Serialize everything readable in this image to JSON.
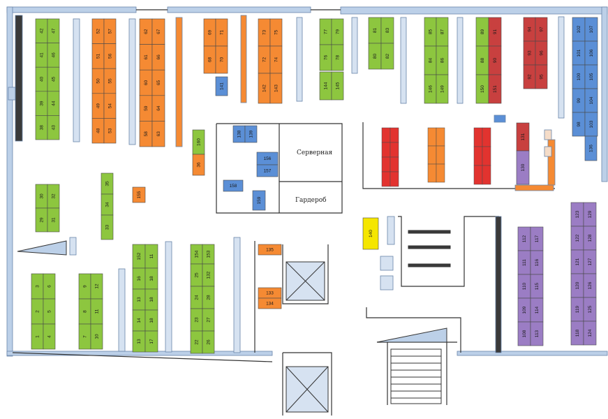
{
  "rooms": {
    "server": "Серверная",
    "wardrobe": "Гардероб"
  },
  "colors": {
    "green": "#8dc63f",
    "orange": "#f58a33",
    "red": "#e2332f",
    "darkred": "#c8403f",
    "blue": "#5b8fd6",
    "purple": "#9b7dc4",
    "yellow": "#f5e600",
    "wall": "#bcd0e8",
    "wall_edge": "#6a86aa",
    "dark": "#3a3a3a"
  },
  "plots": [
    {
      "n": "42",
      "c": "green"
    },
    {
      "n": "47",
      "c": "green"
    },
    {
      "n": "41",
      "c": "green"
    },
    {
      "n": "46",
      "c": "green"
    },
    {
      "n": "40",
      "c": "green"
    },
    {
      "n": "45",
      "c": "green"
    },
    {
      "n": "39",
      "c": "green"
    },
    {
      "n": "44",
      "c": "green"
    },
    {
      "n": "38",
      "c": "green"
    },
    {
      "n": "43",
      "c": "green"
    },
    {
      "n": "52",
      "c": "orange"
    },
    {
      "n": "57",
      "c": "orange"
    },
    {
      "n": "51",
      "c": "orange"
    },
    {
      "n": "56",
      "c": "orange"
    },
    {
      "n": "50",
      "c": "orange"
    },
    {
      "n": "55",
      "c": "orange"
    },
    {
      "n": "49",
      "c": "orange"
    },
    {
      "n": "54",
      "c": "orange"
    },
    {
      "n": "48",
      "c": "orange"
    },
    {
      "n": "53",
      "c": "orange"
    },
    {
      "n": "62",
      "c": "orange"
    },
    {
      "n": "67",
      "c": "orange"
    },
    {
      "n": "61",
      "c": "orange"
    },
    {
      "n": "66",
      "c": "orange"
    },
    {
      "n": "60",
      "c": "orange"
    },
    {
      "n": "65",
      "c": "orange"
    },
    {
      "n": "59",
      "c": "orange"
    },
    {
      "n": "64",
      "c": "orange"
    },
    {
      "n": "58",
      "c": "orange"
    },
    {
      "n": "63",
      "c": "orange"
    },
    {
      "n": "69",
      "c": "orange"
    },
    {
      "n": "71",
      "c": "orange"
    },
    {
      "n": "68",
      "c": "orange"
    },
    {
      "n": "70",
      "c": "orange"
    },
    {
      "n": "141",
      "c": "blue"
    },
    {
      "n": "73",
      "c": "orange"
    },
    {
      "n": "75",
      "c": "orange"
    },
    {
      "n": "72",
      "c": "orange"
    },
    {
      "n": "74",
      "c": "orange"
    },
    {
      "n": "142",
      "c": "orange"
    },
    {
      "n": "143",
      "c": "orange"
    },
    {
      "n": "77",
      "c": "green"
    },
    {
      "n": "79",
      "c": "green"
    },
    {
      "n": "76",
      "c": "green"
    },
    {
      "n": "78",
      "c": "green"
    },
    {
      "n": "144",
      "c": "green"
    },
    {
      "n": "145",
      "c": "green"
    },
    {
      "n": "81",
      "c": "green"
    },
    {
      "n": "83",
      "c": "green"
    },
    {
      "n": "80",
      "c": "green"
    },
    {
      "n": "82",
      "c": "green"
    },
    {
      "n": "85",
      "c": "green"
    },
    {
      "n": "87",
      "c": "green"
    },
    {
      "n": "84",
      "c": "green"
    },
    {
      "n": "86",
      "c": "green"
    },
    {
      "n": "146",
      "c": "green"
    },
    {
      "n": "149",
      "c": "green"
    },
    {
      "n": "89",
      "c": "green"
    },
    {
      "n": "91",
      "c": "darkred"
    },
    {
      "n": "88",
      "c": "green"
    },
    {
      "n": "90",
      "c": "darkred"
    },
    {
      "n": "150",
      "c": "green"
    },
    {
      "n": "151",
      "c": "darkred"
    },
    {
      "n": "94",
      "c": "darkred"
    },
    {
      "n": "97",
      "c": "darkred"
    },
    {
      "n": "93",
      "c": "darkred"
    },
    {
      "n": "96",
      "c": "darkred"
    },
    {
      "n": "92",
      "c": "darkred"
    },
    {
      "n": "95",
      "c": "darkred"
    },
    {
      "n": "102",
      "c": "blue"
    },
    {
      "n": "107",
      "c": "blue"
    },
    {
      "n": "101",
      "c": "blue"
    },
    {
      "n": "106",
      "c": "blue"
    },
    {
      "n": "100",
      "c": "blue"
    },
    {
      "n": "105",
      "c": "blue"
    },
    {
      "n": "99",
      "c": "blue"
    },
    {
      "n": "104",
      "c": "blue"
    },
    {
      "n": "98",
      "c": "blue"
    },
    {
      "n": "103",
      "c": "blue"
    },
    {
      "n": "136",
      "c": "blue"
    },
    {
      "n": "160",
      "c": "green"
    },
    {
      "n": "36",
      "c": "orange"
    },
    {
      "n": "138",
      "c": "blue"
    },
    {
      "n": "139",
      "c": "blue"
    },
    {
      "n": "156",
      "c": "blue"
    },
    {
      "n": "157",
      "c": "blue"
    },
    {
      "n": "158",
      "c": "blue"
    },
    {
      "n": "159",
      "c": "blue"
    },
    {
      "n": "131",
      "c": "darkred"
    },
    {
      "n": "130",
      "c": "purple"
    },
    {
      "n": "30",
      "c": "green"
    },
    {
      "n": "32",
      "c": "green"
    },
    {
      "n": "29",
      "c": "green"
    },
    {
      "n": "31",
      "c": "green"
    },
    {
      "n": "35",
      "c": "green"
    },
    {
      "n": "34",
      "c": "green"
    },
    {
      "n": "33",
      "c": "green"
    },
    {
      "n": "155",
      "c": "orange"
    },
    {
      "n": "140",
      "c": "yellow"
    },
    {
      "n": "135",
      "c": "orange"
    },
    {
      "n": "133",
      "c": "orange"
    },
    {
      "n": "134",
      "c": "orange"
    },
    {
      "n": "3",
      "c": "green"
    },
    {
      "n": "6",
      "c": "green"
    },
    {
      "n": "2",
      "c": "green"
    },
    {
      "n": "5",
      "c": "green"
    },
    {
      "n": "1",
      "c": "green"
    },
    {
      "n": "4",
      "c": "green"
    },
    {
      "n": "9",
      "c": "green"
    },
    {
      "n": "12",
      "c": "green"
    },
    {
      "n": "8",
      "c": "green"
    },
    {
      "n": "11",
      "c": "green"
    },
    {
      "n": "7",
      "c": "green"
    },
    {
      "n": "10",
      "c": "green"
    },
    {
      "n": "152",
      "c": "green"
    },
    {
      "n": "11",
      "c": "green"
    },
    {
      "n": "16",
      "c": "green"
    },
    {
      "n": "18",
      "c": "green"
    },
    {
      "n": "13",
      "c": "green"
    },
    {
      "n": "18",
      "c": "green"
    },
    {
      "n": "14",
      "c": "green"
    },
    {
      "n": "18",
      "c": "green"
    },
    {
      "n": "13",
      "c": "green"
    },
    {
      "n": "17",
      "c": "green"
    },
    {
      "n": "154",
      "c": "green"
    },
    {
      "n": "153",
      "c": "green"
    },
    {
      "n": "25",
      "c": "green"
    },
    {
      "n": "132",
      "c": "green"
    },
    {
      "n": "24",
      "c": "green"
    },
    {
      "n": "28",
      "c": "green"
    },
    {
      "n": "23",
      "c": "green"
    },
    {
      "n": "27",
      "c": "green"
    },
    {
      "n": "22",
      "c": "green"
    },
    {
      "n": "26",
      "c": "green"
    },
    {
      "n": "112",
      "c": "purple"
    },
    {
      "n": "117",
      "c": "purple"
    },
    {
      "n": "111",
      "c": "purple"
    },
    {
      "n": "116",
      "c": "purple"
    },
    {
      "n": "110",
      "c": "purple"
    },
    {
      "n": "115",
      "c": "purple"
    },
    {
      "n": "109",
      "c": "purple"
    },
    {
      "n": "114",
      "c": "purple"
    },
    {
      "n": "108",
      "c": "purple"
    },
    {
      "n": "113",
      "c": "purple"
    },
    {
      "n": "123",
      "c": "purple"
    },
    {
      "n": "129",
      "c": "purple"
    },
    {
      "n": "122",
      "c": "purple"
    },
    {
      "n": "128",
      "c": "purple"
    },
    {
      "n": "121",
      "c": "purple"
    },
    {
      "n": "127",
      "c": "purple"
    },
    {
      "n": "120",
      "c": "purple"
    },
    {
      "n": "126",
      "c": "purple"
    },
    {
      "n": "119",
      "c": "purple"
    },
    {
      "n": "125",
      "c": "purple"
    },
    {
      "n": "118",
      "c": "purple"
    },
    {
      "n": "124",
      "c": "purple"
    }
  ],
  "small_plots": [
    {
      "c": "red"
    },
    {
      "c": "red"
    },
    {
      "c": "red"
    },
    {
      "c": "red"
    },
    {
      "c": "red"
    },
    {
      "c": "red"
    },
    {
      "c": "red"
    },
    {
      "c": "red"
    },
    {
      "c": "orange"
    },
    {
      "c": "orange"
    },
    {
      "c": "orange"
    },
    {
      "c": "orange"
    },
    {
      "c": "orange"
    },
    {
      "c": "orange"
    },
    {
      "c": "red"
    },
    {
      "c": "red"
    },
    {
      "c": "red"
    },
    {
      "c": "red"
    },
    {
      "c": "red"
    },
    {
      "c": "red"
    }
  ]
}
